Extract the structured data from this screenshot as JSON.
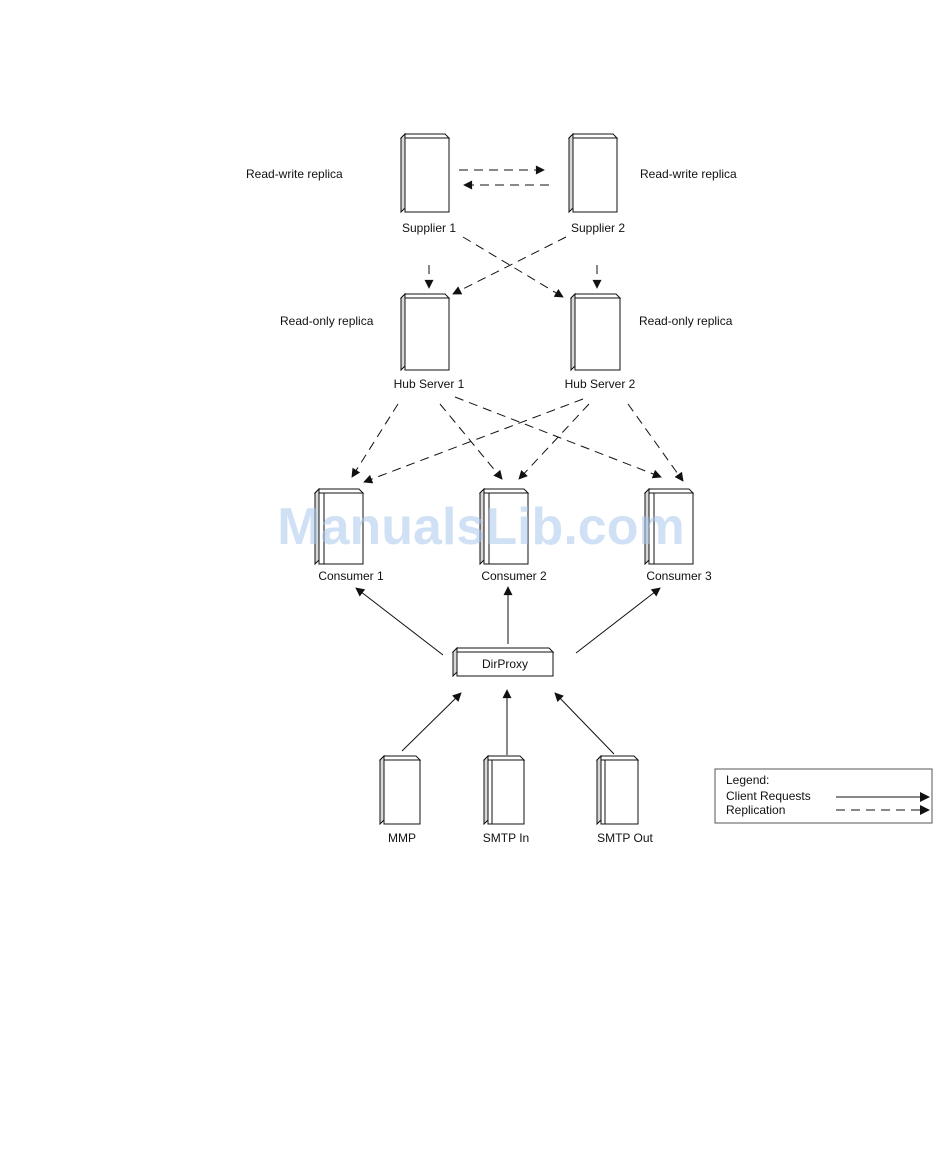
{
  "watermark": "ManualsLib.com",
  "nodes": {
    "supplier1": {
      "label": "Supplier 1",
      "role": "Read-write replica"
    },
    "supplier2": {
      "label": "Supplier 2",
      "role": "Read-write replica"
    },
    "hub1": {
      "label": "Hub Server 1",
      "role": "Read-only replica"
    },
    "hub2": {
      "label": "Hub Server 2",
      "role": "Read-only replica"
    },
    "consumer1": {
      "label": "Consumer 1"
    },
    "consumer2": {
      "label": "Consumer 2"
    },
    "consumer3": {
      "label": "Consumer 3"
    },
    "dirproxy": {
      "label": "DirProxy"
    },
    "mmp": {
      "label": "MMP"
    },
    "smtp_in": {
      "label": "SMTP In"
    },
    "smtp_out": {
      "label": "SMTP Out"
    }
  },
  "legend": {
    "title": "Legend:",
    "client_requests": "Client Requests",
    "replication": "Replication"
  },
  "edges": [
    {
      "from": "supplier1",
      "to": "supplier2",
      "kind": "replication"
    },
    {
      "from": "supplier2",
      "to": "supplier1",
      "kind": "replication"
    },
    {
      "from": "supplier1",
      "to": "hub1",
      "kind": "replication"
    },
    {
      "from": "supplier1",
      "to": "hub2",
      "kind": "replication"
    },
    {
      "from": "supplier2",
      "to": "hub1",
      "kind": "replication"
    },
    {
      "from": "supplier2",
      "to": "hub2",
      "kind": "replication"
    },
    {
      "from": "hub1",
      "to": "consumer1",
      "kind": "replication"
    },
    {
      "from": "hub1",
      "to": "consumer2",
      "kind": "replication"
    },
    {
      "from": "hub1",
      "to": "consumer3",
      "kind": "replication"
    },
    {
      "from": "hub2",
      "to": "consumer1",
      "kind": "replication"
    },
    {
      "from": "hub2",
      "to": "consumer2",
      "kind": "replication"
    },
    {
      "from": "hub2",
      "to": "consumer3",
      "kind": "replication"
    },
    {
      "from": "dirproxy",
      "to": "consumer1",
      "kind": "client_request"
    },
    {
      "from": "dirproxy",
      "to": "consumer2",
      "kind": "client_request"
    },
    {
      "from": "dirproxy",
      "to": "consumer3",
      "kind": "client_request"
    },
    {
      "from": "mmp",
      "to": "dirproxy",
      "kind": "client_request"
    },
    {
      "from": "smtp_in",
      "to": "dirproxy",
      "kind": "client_request"
    },
    {
      "from": "smtp_out",
      "to": "dirproxy",
      "kind": "client_request"
    }
  ]
}
